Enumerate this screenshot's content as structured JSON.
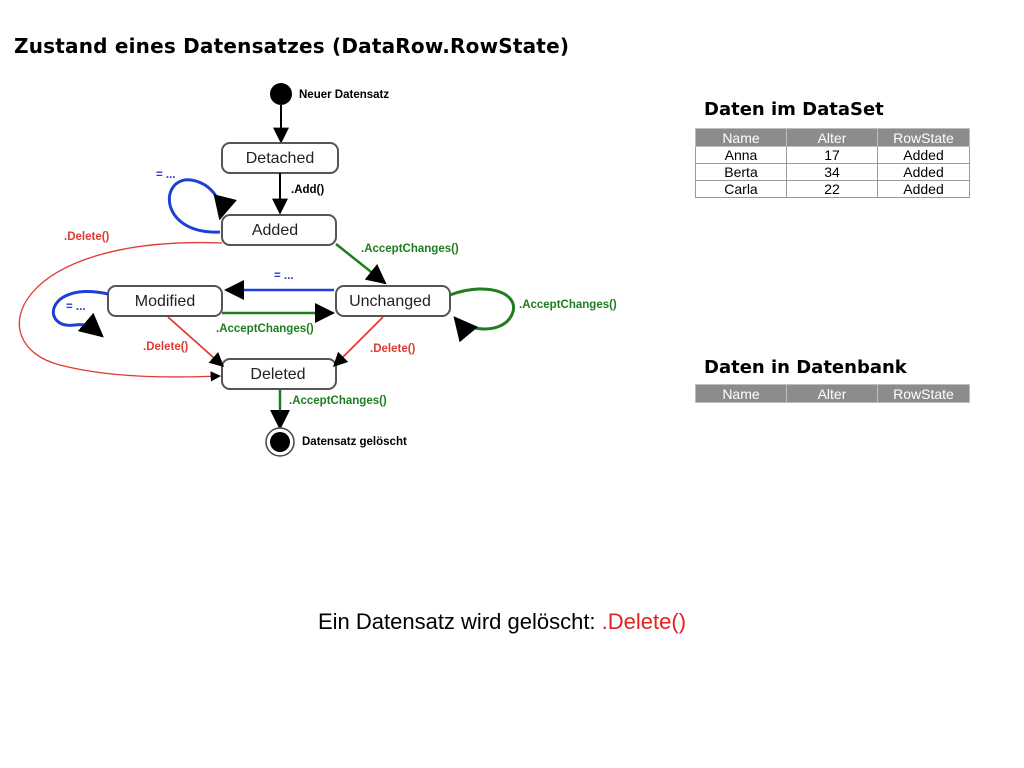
{
  "title": "Zustand eines Datensatzes (DataRow.RowState)",
  "diagram": {
    "start_label": "Neuer Datensatz",
    "end_label": "Datensatz gelöscht",
    "states": {
      "detached": "Detached",
      "added": "Added",
      "modified": "Modified",
      "unchanged": "Unchanged",
      "deleted": "Deleted"
    },
    "transitions": {
      "add": ".Add()",
      "accept_added": ".AcceptChanges()",
      "accept_unchanged_self": ".AcceptChanges()",
      "accept_modified": ".AcceptChanges()",
      "accept_deleted": ".AcceptChanges()",
      "delete_added": ".Delete()",
      "delete_modified": ".Delete()",
      "delete_unchanged": ".Delete()",
      "edit_added_self": "= ...",
      "edit_modified_self": "= ...",
      "edit_unchanged": "= ..."
    },
    "colors": {
      "accept": "#1e7d1e",
      "delete": "#e03a35",
      "edit": "#1f3fd8",
      "neutral": "#000000"
    }
  },
  "dataset": {
    "heading": "Daten im DataSet",
    "columns": [
      "Name",
      "Alter",
      "RowState"
    ],
    "rows": [
      [
        "Anna",
        "17",
        "Added"
      ],
      [
        "Berta",
        "34",
        "Added"
      ],
      [
        "Carla",
        "22",
        "Added"
      ]
    ]
  },
  "database": {
    "heading": "Daten in Datenbank",
    "columns": [
      "Name",
      "Alter",
      "RowState"
    ],
    "rows": []
  },
  "caption": {
    "text": "Ein Datensatz wird gelöscht: ",
    "method": ".Delete()"
  }
}
